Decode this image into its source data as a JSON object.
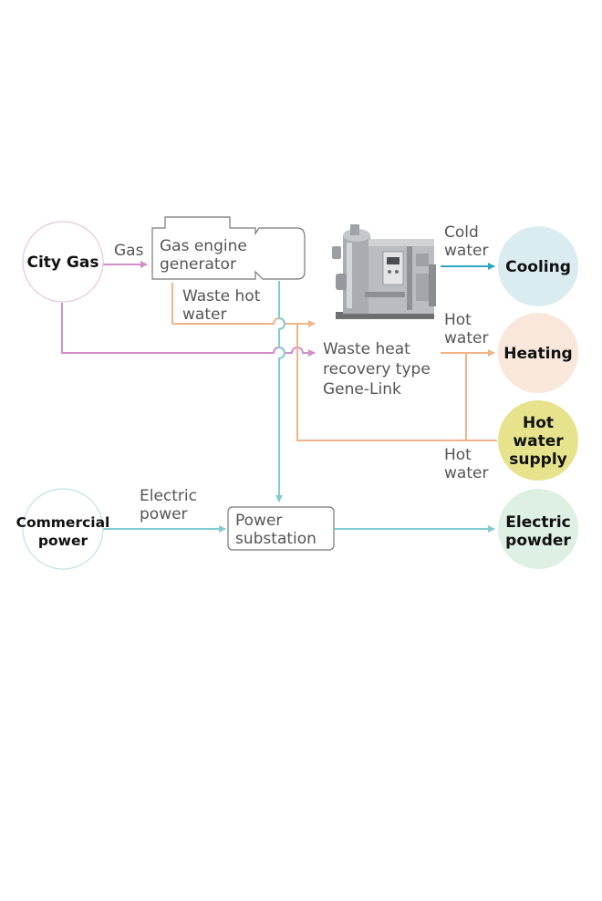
{
  "colors": {
    "gas": "#d48ec8",
    "waste_hot_water": "#f0b487",
    "electric": "#82cdd2",
    "cold_water": "#2ea7c2",
    "hot_water": "#f0b487",
    "box_border": "#777777",
    "cooling_fill": "#dbecf0",
    "heating_fill": "#f9e7dc",
    "hot_water_supply_fill": "#e6e38c",
    "electric_powder_fill": "#deefe4",
    "city_gas_fill": "#ffffff",
    "commercial_power_fill": "#ffffff"
  },
  "nodes": {
    "city_gas": {
      "lines": [
        "City Gas"
      ]
    },
    "commercial_power": {
      "lines": [
        "Commercial",
        "power"
      ]
    },
    "gas_engine_generator": {
      "lines": [
        "Gas engine",
        "generator"
      ]
    },
    "power_substation": {
      "lines": [
        "Power",
        "substation"
      ]
    },
    "gene_link": {
      "lines": [
        "Waste heat",
        "recovery type",
        "Gene-Link"
      ]
    },
    "cooling": {
      "lines": [
        "Cooling"
      ]
    },
    "heating": {
      "lines": [
        "Heating"
      ]
    },
    "hot_water_supply": {
      "lines": [
        "Hot",
        "water",
        "supply"
      ]
    },
    "electric_powder": {
      "lines": [
        "Electric",
        "powder"
      ]
    }
  },
  "flow_labels": {
    "gas": [
      "Gas"
    ],
    "waste_hot_water": [
      "Waste hot",
      "water"
    ],
    "cold_water": [
      "Cold",
      "water"
    ],
    "hot_water_heating": [
      "Hot",
      "water"
    ],
    "hot_water_supply": [
      "Hot",
      "water"
    ],
    "electric_power": [
      "Electric",
      "power"
    ]
  },
  "icons": {
    "absorption_chiller": "absorption-chiller-unit-icon"
  }
}
